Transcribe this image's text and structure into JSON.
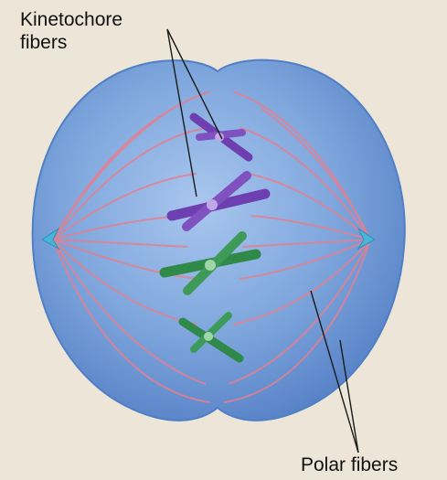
{
  "labels": {
    "kinetochore_line1": "Kinetochore",
    "kinetochore_line2": "fibers",
    "polar": "Polar fibers"
  },
  "colors": {
    "background": "#ece5d8",
    "cell_fill": "#7fa7dd",
    "cell_edge": "#4f7fc4",
    "spindle_fiber": "#e48090",
    "centrosome": "#4ab4d8",
    "chromosome_purple": "#6e3fb0",
    "chromosome_green": "#2f8a4a",
    "leader_line": "#1a1a1a"
  }
}
